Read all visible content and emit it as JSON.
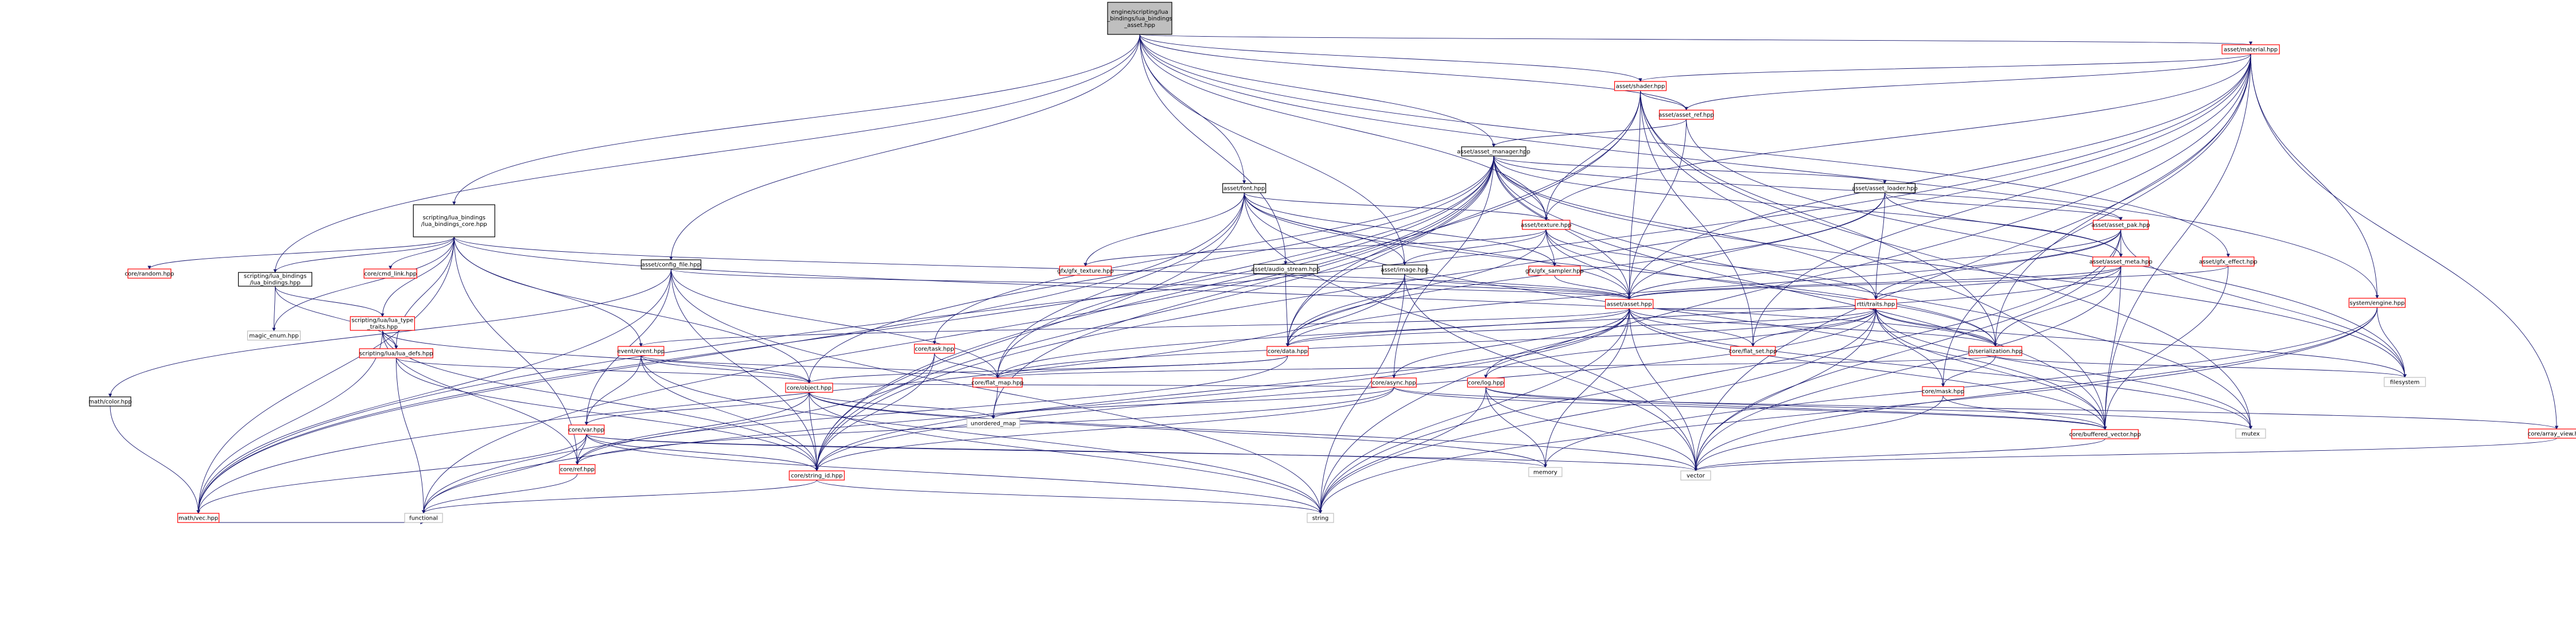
{
  "colors": {
    "edge": "#191970",
    "root_fill": "#bfbfbf",
    "root_stroke": "#000000",
    "black_stroke": "#000000",
    "red_stroke": "#ff0000",
    "gray_stroke": "#bfbfbf",
    "node_fill": "#ffffff",
    "text": "#000000"
  },
  "nodes": [
    {
      "id": "root",
      "lines": [
        "engine/scripting/lua",
        "_bindings/lua_bindings",
        "_asset.hpp"
      ],
      "style": "root"
    },
    {
      "id": "material",
      "lines": [
        "asset/material.hpp"
      ],
      "style": "red"
    },
    {
      "id": "shader",
      "lines": [
        "asset/shader.hpp"
      ],
      "style": "red"
    },
    {
      "id": "asset_ref",
      "lines": [
        "asset/asset_ref.hpp"
      ],
      "style": "red"
    },
    {
      "id": "asset_manager",
      "lines": [
        "asset/asset_manager.hpp"
      ],
      "style": "black"
    },
    {
      "id": "font",
      "lines": [
        "asset/font.hpp"
      ],
      "style": "black"
    },
    {
      "id": "asset_loader",
      "lines": [
        "asset/asset_loader.hpp"
      ],
      "style": "black"
    },
    {
      "id": "texture",
      "lines": [
        "asset/texture.hpp"
      ],
      "style": "red"
    },
    {
      "id": "asset_pak",
      "lines": [
        "asset/asset_pak.hpp"
      ],
      "style": "red"
    },
    {
      "id": "asset_meta",
      "lines": [
        "asset/asset_meta.hpp"
      ],
      "style": "red"
    },
    {
      "id": "gfx_effect",
      "lines": [
        "asset/gfx_effect.hpp"
      ],
      "style": "red"
    },
    {
      "id": "system_engine",
      "lines": [
        "system/engine.hpp"
      ],
      "style": "red"
    },
    {
      "id": "lua_core",
      "lines": [
        "scripting/lua_bindings",
        "/lua_bindings_core.hpp"
      ],
      "style": "black"
    },
    {
      "id": "lua_bindings",
      "lines": [
        "scripting/lua_bindings",
        "/lua_bindings.hpp"
      ],
      "style": "black"
    },
    {
      "id": "config_file",
      "lines": [
        "asset/config_file.hpp"
      ],
      "style": "black"
    },
    {
      "id": "audio_stream",
      "lines": [
        "asset/audio_stream.hpp"
      ],
      "style": "black"
    },
    {
      "id": "image",
      "lines": [
        "asset/image.hpp"
      ],
      "style": "black"
    },
    {
      "id": "gfx_texture",
      "lines": [
        "gfx/gfx_texture.hpp"
      ],
      "style": "red"
    },
    {
      "id": "gfx_sampler",
      "lines": [
        "gfx/gfx_sampler.hpp"
      ],
      "style": "red"
    },
    {
      "id": "asset",
      "lines": [
        "asset/asset.hpp"
      ],
      "style": "red"
    },
    {
      "id": "traits",
      "lines": [
        "rtti/traits.hpp"
      ],
      "style": "red"
    },
    {
      "id": "random",
      "lines": [
        "core/random.hpp"
      ],
      "style": "red"
    },
    {
      "id": "cmd_link",
      "lines": [
        "core/cmd_link.hpp"
      ],
      "style": "red"
    },
    {
      "id": "magic_enum",
      "lines": [
        "magic_enum.hpp"
      ],
      "style": "gray"
    },
    {
      "id": "lua_type_traits",
      "lines": [
        "scripting/lua/lua_type",
        "_traits.hpp"
      ],
      "style": "red"
    },
    {
      "id": "lua_defs",
      "lines": [
        "scripting/lua/lua_defs.hpp"
      ],
      "style": "red"
    },
    {
      "id": "color",
      "lines": [
        "math/color.hpp"
      ],
      "style": "black"
    },
    {
      "id": "event",
      "lines": [
        "event/event.hpp"
      ],
      "style": "red"
    },
    {
      "id": "task",
      "lines": [
        "core/task.hpp"
      ],
      "style": "red"
    },
    {
      "id": "data",
      "lines": [
        "core/data.hpp"
      ],
      "style": "red"
    },
    {
      "id": "flat_map",
      "lines": [
        "core/flat_map.hpp"
      ],
      "style": "red"
    },
    {
      "id": "async",
      "lines": [
        "core/async.hpp"
      ],
      "style": "red"
    },
    {
      "id": "log",
      "lines": [
        "core/log.hpp"
      ],
      "style": "red"
    },
    {
      "id": "serialization",
      "lines": [
        "io/serialization.hpp"
      ],
      "style": "red"
    },
    {
      "id": "flat_set",
      "lines": [
        "core/flat_set.hpp"
      ],
      "style": "red"
    },
    {
      "id": "mask",
      "lines": [
        "core/mask.hpp"
      ],
      "style": "red"
    },
    {
      "id": "buffered_vector",
      "lines": [
        "core/buffered_vector.hpp"
      ],
      "style": "red"
    },
    {
      "id": "filesystem",
      "lines": [
        "filesystem"
      ],
      "style": "gray"
    },
    {
      "id": "object",
      "lines": [
        "core/object.hpp"
      ],
      "style": "red"
    },
    {
      "id": "unordered_map",
      "lines": [
        "unordered_map"
      ],
      "style": "gray"
    },
    {
      "id": "mutex",
      "lines": [
        "mutex"
      ],
      "style": "gray"
    },
    {
      "id": "array_view",
      "lines": [
        "core/array_view.hpp"
      ],
      "style": "red"
    },
    {
      "id": "var",
      "lines": [
        "core/var.hpp"
      ],
      "style": "red"
    },
    {
      "id": "ref",
      "lines": [
        "core/ref.hpp"
      ],
      "style": "red"
    },
    {
      "id": "string_id",
      "lines": [
        "core/string_id.hpp"
      ],
      "style": "red"
    },
    {
      "id": "memory",
      "lines": [
        "memory"
      ],
      "style": "gray"
    },
    {
      "id": "vector",
      "lines": [
        "vector"
      ],
      "style": "gray"
    },
    {
      "id": "math_vec",
      "lines": [
        "math/vec.hpp"
      ],
      "style": "red"
    },
    {
      "id": "functional",
      "lines": [
        "functional"
      ],
      "style": "gray"
    },
    {
      "id": "string",
      "lines": [
        "string"
      ],
      "style": "gray"
    }
  ]
}
